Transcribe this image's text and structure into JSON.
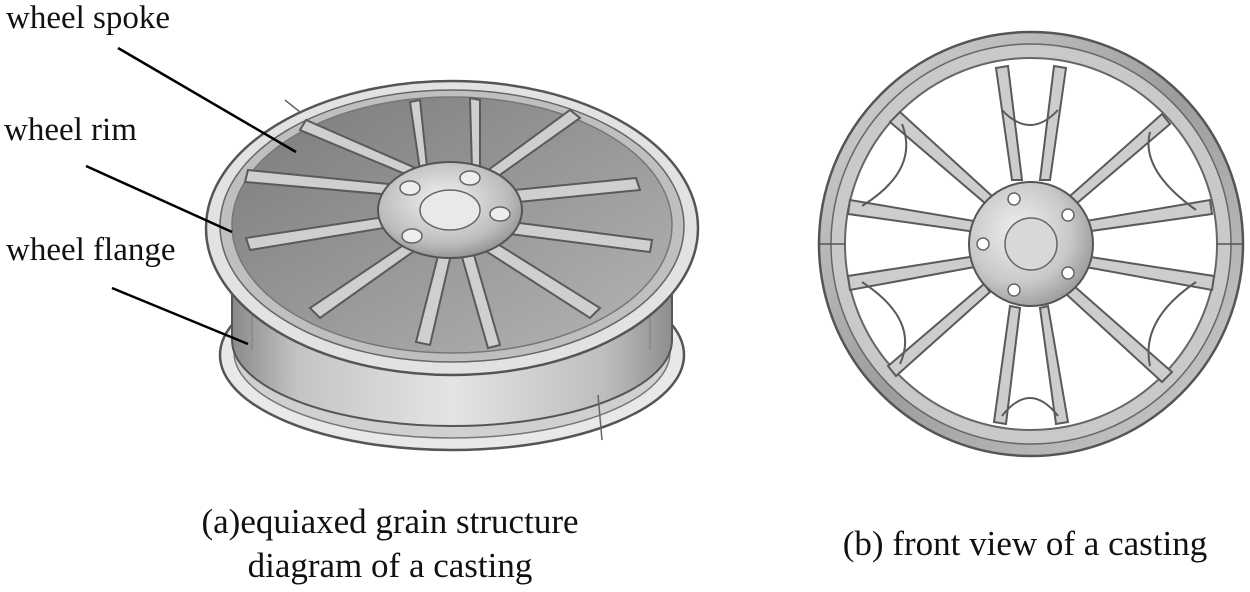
{
  "labels": {
    "spoke": "wheel spoke",
    "rim": "wheel rim",
    "flange": "wheel flange"
  },
  "captions": {
    "a_line1": "(a)equiaxed grain structure",
    "a_line2": "diagram of a casting",
    "b": "(b) front view of a casting"
  },
  "colors": {
    "metal_dark": "#555555",
    "metal_mid": "#9a9a9a",
    "metal_light": "#e6e6e6",
    "leader": "#000000"
  }
}
